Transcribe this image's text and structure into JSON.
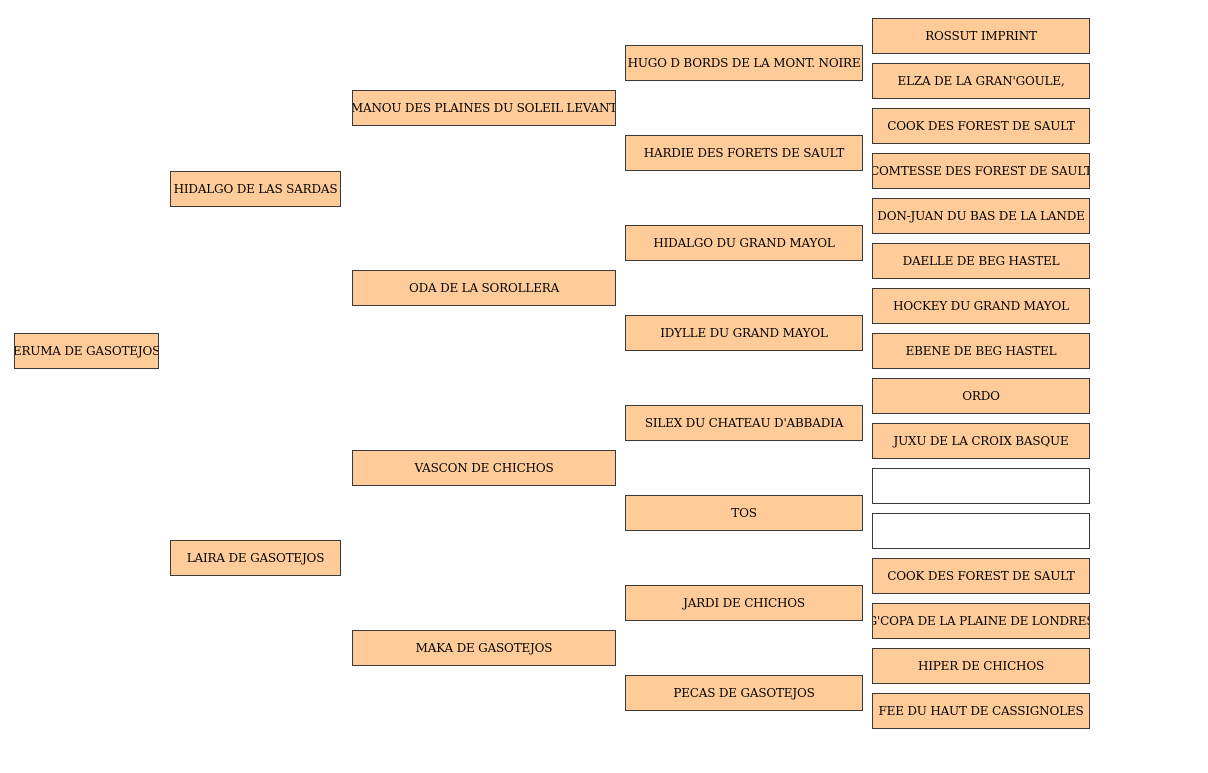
{
  "colors": {
    "box_fill": "#ffcc99",
    "box_border": "#3a3a3a",
    "empty_fill": "#ffffff",
    "text": "#000000"
  },
  "pedigree": {
    "subject": "ERUMA DE GASOTEJOS",
    "sire": "HIDALGO DE LAS SARDAS",
    "dam": "LAIRA DE GASOTEJOS",
    "gen3": [
      "MANOU DES PLAINES DU SOLEIL LEVANT",
      "ODA DE LA SOROLLERA",
      "VASCON DE CHICHOS",
      "MAKA DE GASOTEJOS"
    ],
    "gen4": [
      "HUGO D BORDS DE LA MONT. NOIRE",
      "HARDIE DES FORETS DE SAULT",
      "HIDALGO DU GRAND MAYOL",
      "IDYLLE DU GRAND MAYOL",
      "SILEX DU CHATEAU D'ABBADIA",
      "TOS",
      "JARDI DE CHICHOS",
      "PECAS DE GASOTEJOS"
    ],
    "gen5": [
      "ROSSUT IMPRINT",
      "ELZA DE LA GRAN'GOULE,",
      "COOK DES FOREST DE SAULT",
      "COMTESSE DES FOREST DE SAULT",
      "DON-JUAN DU BAS DE LA LANDE",
      "DAELLE DE BEG HASTEL",
      "HOCKEY DU GRAND MAYOL",
      "EBENE DE BEG HASTEL",
      "ORDO",
      "JUXU DE LA CROIX BASQUE",
      "",
      "",
      "COOK DES FOREST DE SAULT",
      "G'COPA DE LA PLAINE DE LONDRES",
      "HIPER DE CHICHOS",
      "FEE DU HAUT DE CASSIGNOLES"
    ]
  }
}
